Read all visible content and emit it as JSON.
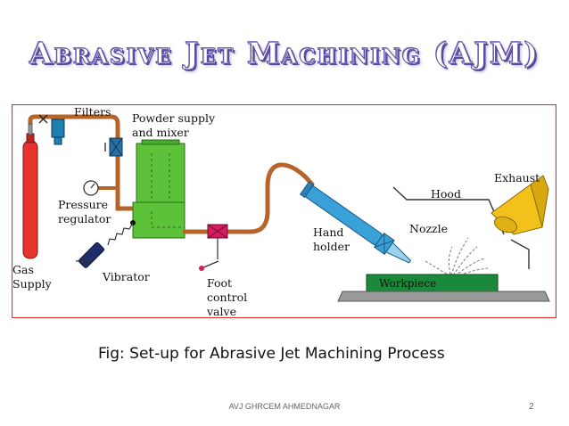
{
  "slide": {
    "title": "Abrasive Jet Machining (AJM)",
    "caption": "Fig: Set-up for Abrasive Jet Machining Process",
    "footer": "AVJ GHRCEM AHMEDNAGAR",
    "page_number": "2"
  },
  "diagram": {
    "labels": {
      "filters": "Filters",
      "powder_1": "Powder  supply",
      "powder_2": "and  mixer",
      "pressure_1": "Pressure",
      "pressure_2": "regulator",
      "gas_1": "Gas",
      "gas_2": "Supply",
      "vibrator": "Vibrator",
      "foot_1": "Foot",
      "foot_2": "control",
      "foot_3": "valve",
      "hand_1": "Hand",
      "hand_2": "holder",
      "nozzle": "Nozzle",
      "hood": "Hood",
      "exhaust": "Exhaust",
      "workpiece": "Workpiece"
    },
    "colors": {
      "frame_border": "#e03030",
      "cylinder": "#e8322c",
      "pipe": "#b5652a",
      "mixer": "#5cc23a",
      "valve": "#d81b60",
      "vibrator": "#1f2d6e",
      "hand_holder": "#3aa0d8",
      "workpiece": "#1a8a3a",
      "hood": "#f2c21b",
      "table": "#9a9a9a",
      "title_accent": "#5a4aa0"
    }
  }
}
